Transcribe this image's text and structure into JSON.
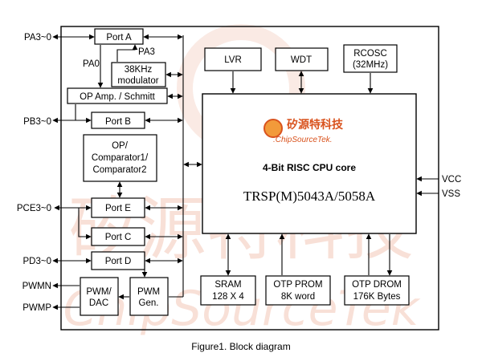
{
  "watermark": {
    "cn": "矽源特科技",
    "en": "ChipSourceTek"
  },
  "logo": {
    "cn": "矽源特科技",
    "en": ".ChipSourceTek."
  },
  "pins_left": {
    "pa": "PA3~0",
    "pb": "PB3~0",
    "pce": "PCE3~0",
    "pd": "PD3~0",
    "pwmn": "PWMN",
    "pwmp": "PWMP"
  },
  "pins_right": {
    "vcc": "VCC",
    "vss": "VSS"
  },
  "labels": {
    "pa3": "PA3",
    "pa0": "PA0"
  },
  "blocks": {
    "port_a": "Port A",
    "modulator": [
      "38KHz",
      "modulator"
    ],
    "op_amp": "OP Amp. / Schmitt",
    "port_b": "Port B",
    "comparator": [
      "OP/",
      "Comparator1/",
      "Comparator2"
    ],
    "port_e": "Port E",
    "port_c": "Port C",
    "port_d": "Port D",
    "pwm_dac": [
      "PWM/",
      "DAC"
    ],
    "pwm_gen": [
      "PWM",
      "Gen."
    ],
    "lvr": "LVR",
    "wdt": "WDT",
    "rcosc": [
      "RCOSC",
      "(32MHz)"
    ],
    "sram": [
      "SRAM",
      "128 X 4"
    ],
    "otp_prom": [
      "OTP PROM",
      "8K word"
    ],
    "otp_drom": [
      "OTP DROM",
      "176K Bytes"
    ]
  },
  "cpu": {
    "title": "4-Bit RISC CPU core",
    "part": "TRSP(M)5043A/5058A"
  },
  "caption": "Figure1. Block diagram",
  "colors": {
    "logo_accent": "#d9531e",
    "watermark": "#f3c7b8"
  }
}
